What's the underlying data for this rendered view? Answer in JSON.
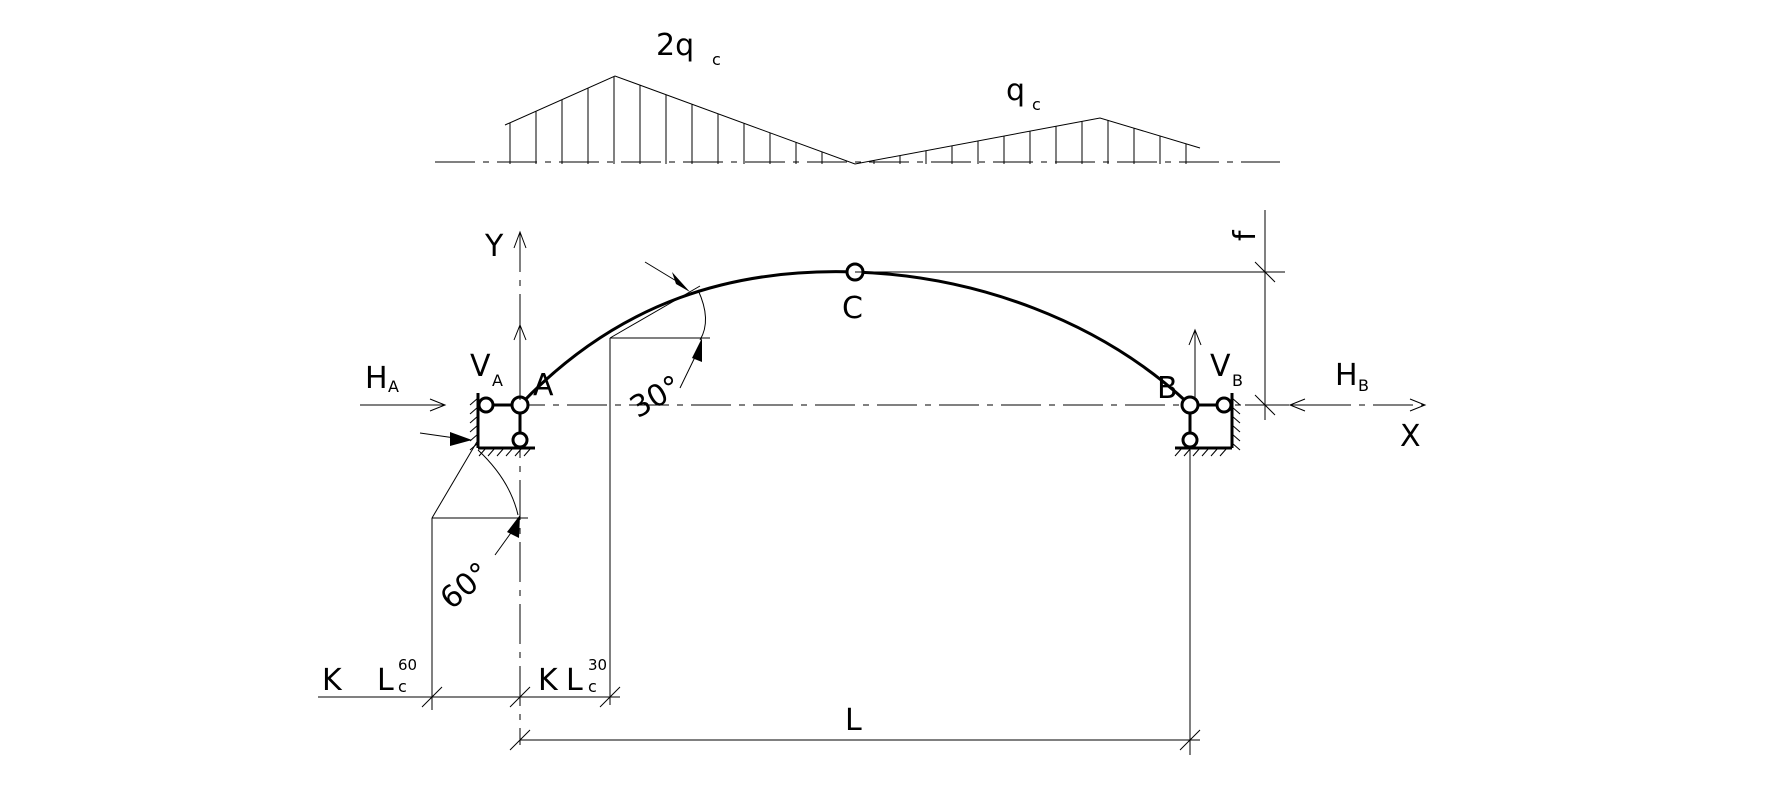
{
  "load_diagram": {
    "label_peak": "2q",
    "label_peak_sub": "c",
    "label_right": "q",
    "label_right_sub": "c"
  },
  "axes": {
    "y_label": "Y",
    "x_label": "X"
  },
  "arch": {
    "crown_label": "C",
    "support_a_label": "A",
    "support_b_label": "B"
  },
  "reactions": {
    "ha": "H",
    "ha_sub": "A",
    "va": "V",
    "va_sub": "A",
    "hb": "H",
    "hb_sub": "B",
    "vb": "V",
    "vb_sub": "B"
  },
  "angles": {
    "angle_30": "30°",
    "angle_60": "60°"
  },
  "dimensions": {
    "rise": "f",
    "span": "L",
    "k_left": "K",
    "lc60": "L",
    "lc60_sub": "c",
    "lc60_sup": "60",
    "k_right": "K",
    "lc30": "L",
    "lc30_sub": "c",
    "lc30_sup": "30"
  }
}
